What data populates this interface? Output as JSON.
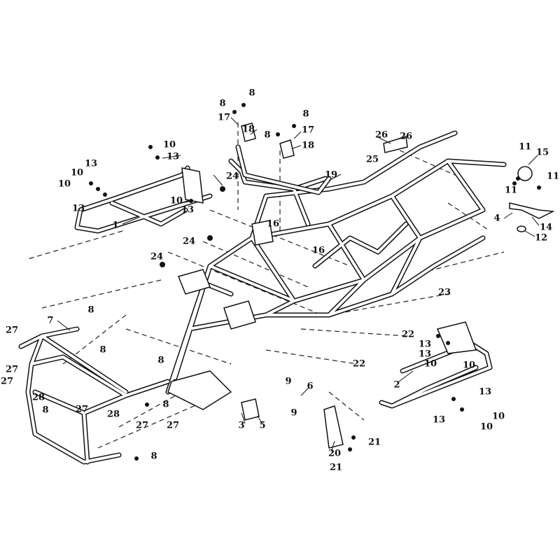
{
  "diagram": {
    "title": "Frame assembly exploded view",
    "callouts": [
      "8",
      "8",
      "17",
      "18",
      "8",
      "8",
      "17",
      "18",
      "26",
      "26",
      "25",
      "19",
      "11",
      "15",
      "11",
      "11",
      "4",
      "14",
      "12",
      "10",
      "13",
      "13",
      "10",
      "10",
      "13",
      "1",
      "24",
      "10",
      "13",
      "16",
      "16",
      "24",
      "24",
      "23",
      "8",
      "7",
      "27",
      "8",
      "22",
      "13",
      "13",
      "10",
      "10",
      "22",
      "8",
      "27",
      "27",
      "2",
      "6",
      "9",
      "9",
      "28",
      "8",
      "27",
      "8",
      "28",
      "27",
      "27",
      "3",
      "5",
      "13",
      "10",
      "13",
      "10",
      "21",
      "20",
      "21",
      "8"
    ]
  }
}
